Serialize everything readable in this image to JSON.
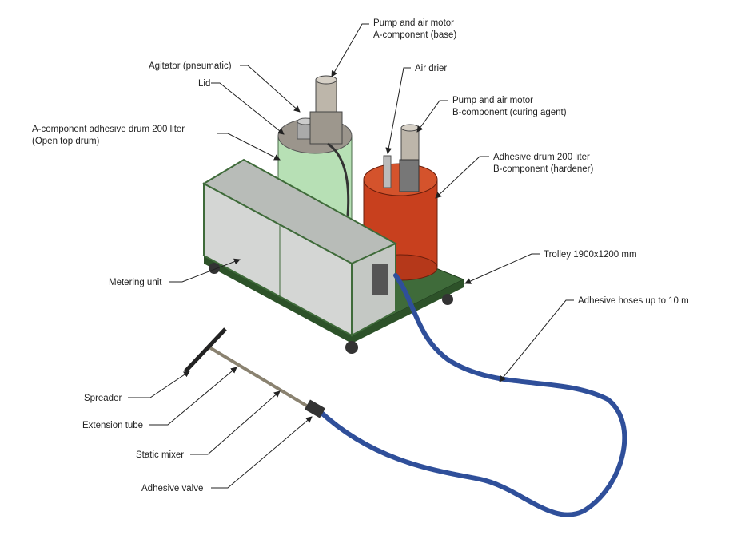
{
  "labels": {
    "pump_a": [
      "Pump and air motor",
      "A-component (base)"
    ],
    "agitator": "Agitator (pneumatic)",
    "lid": "Lid",
    "drum_a": [
      "A-component adhesive drum 200 liter",
      "(Open top drum)"
    ],
    "air_drier": "Air drier",
    "pump_b": [
      "Pump and air motor",
      "B-component (curing agent)"
    ],
    "drum_b": [
      "Adhesive drum 200 liter",
      "B-component (hardener)"
    ],
    "trolley": "Trolley 1900x1200 mm",
    "hoses": "Adhesive hoses up to 10 m",
    "metering": "Metering unit",
    "spreader": "Spreader",
    "extension": "Extension tube",
    "mixer": "Static mixer",
    "valve": "Adhesive valve"
  },
  "colors": {
    "drum_a": "#b7e0b5",
    "drum_b": "#c8401e",
    "trolley": "#3f6b3a",
    "metering_box": "#d4d6d4",
    "hose": "#2f4f9a"
  }
}
